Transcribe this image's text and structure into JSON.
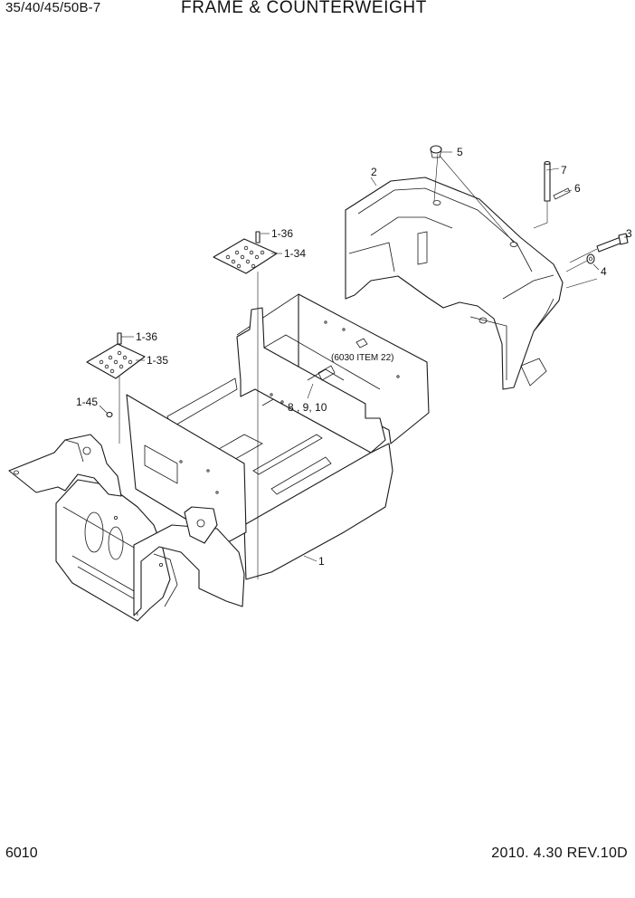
{
  "header": {
    "model": "35/40/45/50B-7",
    "title": "FRAME & COUNTERWEIGHT"
  },
  "footer": {
    "page_number": "6010",
    "revision": "2010. 4.30  REV.10D"
  },
  "callouts": {
    "frame": "1",
    "counterweight": "2",
    "bolt": "3",
    "washer": "4",
    "cap": "5",
    "pin_clip": "6",
    "pin": "7",
    "sub_items": "8 , 9, 10",
    "reference_note": "(6030 ITEM 22)",
    "plate_bolt_upper": "1-36",
    "step_plate_upper": "1-34",
    "plate_bolt_lower": "1-36",
    "step_plate_lower": "1-35",
    "side_bolt": "1-45"
  }
}
